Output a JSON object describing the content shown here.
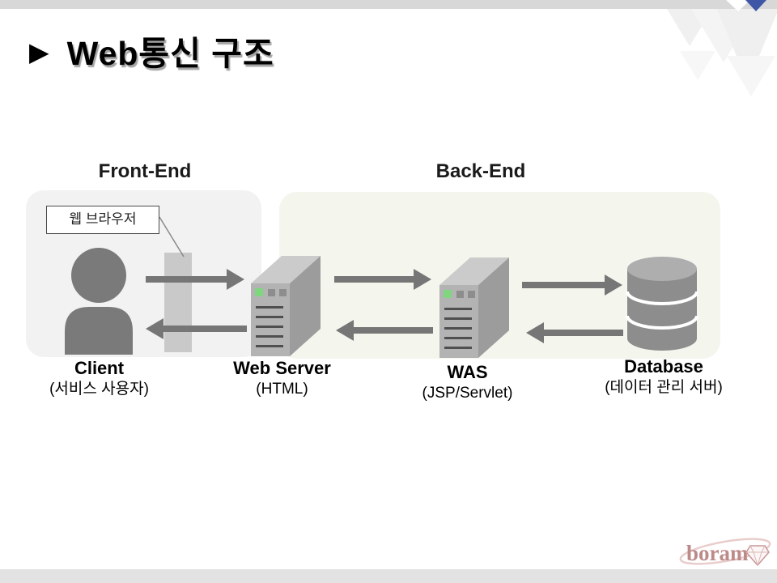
{
  "slide": {
    "title_bullet": "▶",
    "title": "Web통신 구조"
  },
  "sections": {
    "front_end": {
      "label": "Front-End"
    },
    "back_end": {
      "label": "Back-End"
    }
  },
  "callout": {
    "label": "웹 브라우저"
  },
  "nodes": {
    "client": {
      "title": "Client",
      "subtitle": "(서비스 사용자)",
      "icon": "person-icon"
    },
    "web_server": {
      "title": "Web Server",
      "subtitle": "(HTML)",
      "icon": "server-icon"
    },
    "was": {
      "title": "WAS",
      "subtitle": "(JSP/Servlet)",
      "icon": "server-icon"
    },
    "database": {
      "title": "Database",
      "subtitle": "(데이터 관리 서버)",
      "icon": "database-icon"
    }
  },
  "connections": [
    {
      "from": "client",
      "to": "web_server",
      "direction": "right"
    },
    {
      "from": "web_server",
      "to": "client",
      "direction": "left"
    },
    {
      "from": "web_server",
      "to": "was",
      "direction": "right"
    },
    {
      "from": "was",
      "to": "web_server",
      "direction": "left"
    },
    {
      "from": "was",
      "to": "database",
      "direction": "right"
    },
    {
      "from": "database",
      "to": "was",
      "direction": "left"
    }
  ],
  "logo": {
    "text": "boram",
    "icon": "diamond-icon"
  },
  "colors": {
    "top-bar": "#d8d8d8",
    "accent-blue": "#3d56a6",
    "front-panel": "#f2f2f2",
    "back-panel": "#f4f6ee",
    "figure-gray": "#7a7a7a",
    "arrow-gray": "#767676",
    "browser-bar": "#c9c9c9",
    "server-front": "#b3b3b3",
    "server-top": "#cbcbcb",
    "server-side": "#9c9c9c",
    "server-vent": "#4f4f4f",
    "server-led": "#7fd67f",
    "server-btn": "#8d8d8d",
    "db-body": "#8d8d8d",
    "db-top": "#aeaeae",
    "bottom-bar": "#e2e2e2",
    "logo-rose": "#bd8a8a",
    "logo-swoosh": "#e9cdcd"
  }
}
